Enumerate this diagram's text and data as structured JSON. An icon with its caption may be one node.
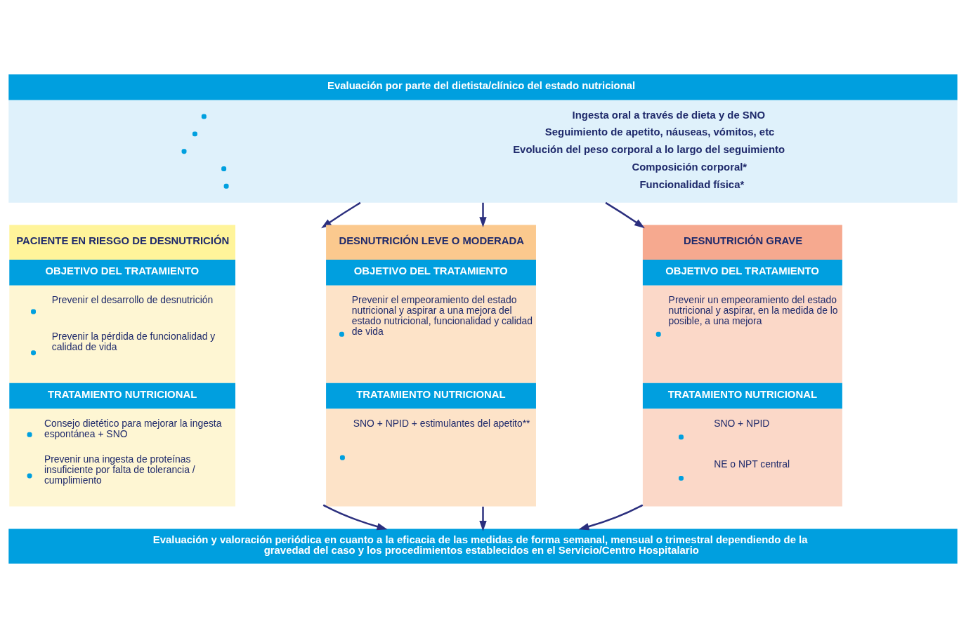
{
  "diagram": {
    "nodes": [
      {
        "text": [
          "Evaluación por parte del dietista/clínico del estado nutricional",
          "Ingesta oral a través de dieta y de SNO",
          "Seguimiento de apetito, náuseas, vómitos, etc",
          "Evolución del peso corporal a lo largo del seguimiento",
          "Composición corporal*",
          "Funcionalidad física*"
        ]
      },
      {
        "text": [
          "PACIENTE EN RIESGO DE DESNUTRICIÓN",
          "OBJETIVO DEL TRATAMIENTO",
          "Prevenir el desarrollo de desnutrición",
          "Prevenir la pérdida de funcionalidad y calidad de vida",
          "TRATAMIENTO NUTRICIONAL",
          "Consejo dietético para mejorar la ingesta espontánea + SNO",
          "Prevenir una ingesta de proteínas insuficiente por falta de tolerancia / cumplimiento"
        ]
      },
      {
        "text": [
          "DESNUTRICIÓN LEVE O MODERADA",
          "OBJETIVO DEL TRATAMIENTO",
          "Prevenir el empeoramiento del estado nutricional y aspirar a una mejora del estado nutricional, funcionalidad y calidad de vida",
          "TRATAMIENTO NUTRICIONAL",
          "SNO + NPID + estimulantes del apetito**"
        ]
      },
      {
        "text": [
          "DESNUTRICIÓN GRAVE",
          "OBJETIVO DEL TRATAMIENTO",
          "Prevenir un empeoramiento del estado nutricional y aspirar, en la medida de lo posible, a una mejora",
          "TRATAMIENTO NUTRICIONAL",
          "SNO + NPID",
          "NE o NPT central"
        ]
      },
      {
        "text": [
          "Evaluación y valoración periódica en cuanto a la eficacia de las medidas de forma semanal, mensual o trimestral dependiendo de la gravedad del caso y los procedimientos establecidos en el Servicio/Centro Hospitalario"
        ]
      }
    ],
    "edges": [
      {
        "from": 0,
        "to": 1,
        "arrow": "to"
      },
      {
        "from": 0,
        "to": 2,
        "arrow": "to"
      },
      {
        "from": 0,
        "to": 3,
        "arrow": "to"
      },
      {
        "from": 1,
        "to": 4,
        "arrow": "to"
      },
      {
        "from": 2,
        "to": 4,
        "arrow": "to"
      },
      {
        "from": 3,
        "to": 4,
        "arrow": "to"
      }
    ]
  }
}
